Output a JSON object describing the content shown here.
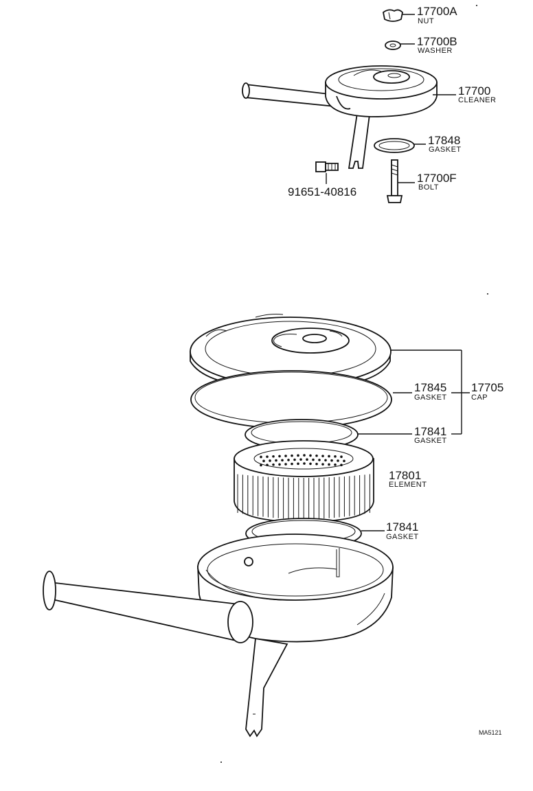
{
  "parts": {
    "p17700A": {
      "number": "17700A",
      "name": "NUT"
    },
    "p17700B": {
      "number": "17700B",
      "name": "WASHER"
    },
    "p17700": {
      "number": "17700",
      "name": "CLEANER"
    },
    "p17848": {
      "number": "17848",
      "name": "GASKET"
    },
    "p91651": {
      "number": "91651-40816"
    },
    "p17700F": {
      "number": "17700F",
      "name": "BOLT"
    },
    "p17845": {
      "number": "17845",
      "name": "GASKET"
    },
    "p17705": {
      "number": "17705",
      "name": "CAP"
    },
    "p17841a": {
      "number": "17841",
      "name": "GASKET"
    },
    "p17801": {
      "number": "17801",
      "name": "ELEMENT"
    },
    "p17841b": {
      "number": "17841",
      "name": "GASKET"
    }
  },
  "footer": {
    "code": "MA5121"
  }
}
